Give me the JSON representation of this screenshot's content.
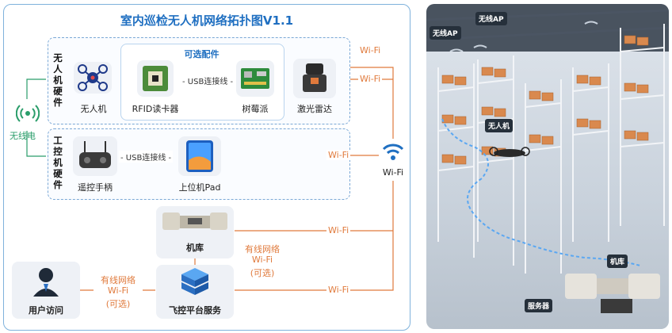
{
  "title": "室内巡检无人机网络拓扑图V1.1",
  "hardware": {
    "drone_group_label": "无人机硬件",
    "control_group_label": "工控机硬件",
    "drone": "无人机",
    "optional_title": "可选配件",
    "rfid": "RFID读卡器",
    "raspberry": "树莓派",
    "lidar": "激光雷达",
    "usb_link": "- USB连接线 -",
    "remote": "遥控手柄",
    "pad": "上位机Pad"
  },
  "radio_label": "无线电",
  "wifi_hub_label": "Wi-Fi",
  "links": {
    "wifi_1": "Wi-Fi",
    "wifi_2": "Wi-Fi",
    "wifi_3": "Wi-Fi",
    "wifi_4": "Wi-Fi",
    "wifi_5": "Wi-Fi",
    "optional_net_1": "有线网络",
    "optional_net_2": "Wi-Fi",
    "optional_net_3": "(可选)",
    "user_net_1": "有线网络",
    "user_net_2": "Wi-Fi",
    "user_net_3": "(可选)"
  },
  "nodes": {
    "hangar": "机库",
    "platform": "飞控平台服务",
    "user": "用户访问"
  },
  "scene": {
    "ap_1": "无线AP",
    "ap_2": "无线AP",
    "drone_tag": "无人机",
    "hangar_tag": "机库",
    "server_tag": "服务器"
  },
  "colors": {
    "accent_blue": "#1f6fc1",
    "wifi_orange": "#e07a3c",
    "radio_green": "#2a9d6a"
  }
}
